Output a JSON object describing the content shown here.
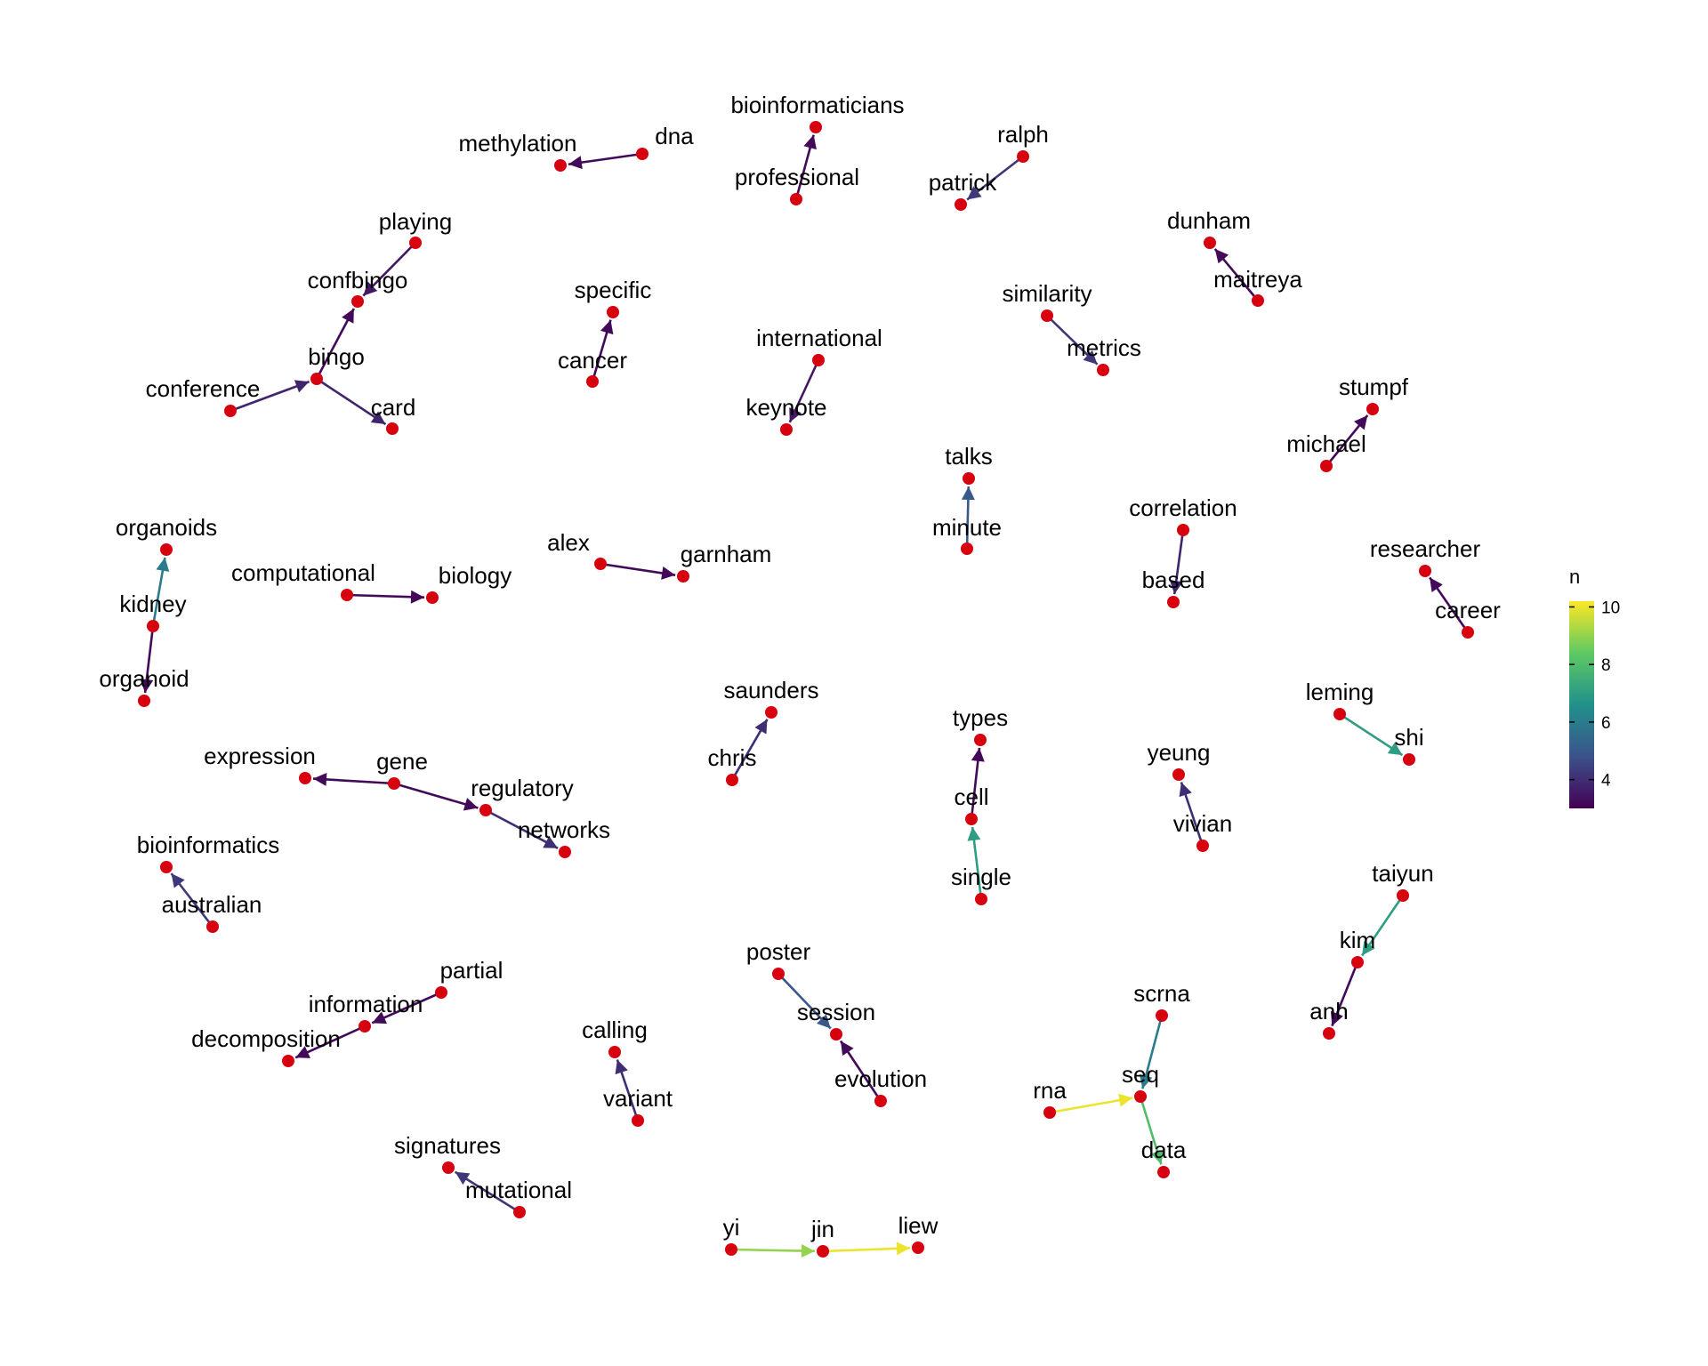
{
  "graph": {
    "node_color": "#d7000f",
    "nodes": [
      {
        "id": "dna",
        "label": "dna"
      },
      {
        "id": "methylation",
        "label": "methylation"
      },
      {
        "id": "professional",
        "label": "professional"
      },
      {
        "id": "bioinformaticians",
        "label": "bioinformaticians"
      },
      {
        "id": "ralph",
        "label": "ralph"
      },
      {
        "id": "patrick",
        "label": "patrick"
      },
      {
        "id": "playing",
        "label": "playing"
      },
      {
        "id": "confbingo",
        "label": "confbingo"
      },
      {
        "id": "bingo",
        "label": "bingo"
      },
      {
        "id": "conference",
        "label": "conference"
      },
      {
        "id": "card",
        "label": "card"
      },
      {
        "id": "maitreya",
        "label": "maitreya"
      },
      {
        "id": "dunham",
        "label": "dunham"
      },
      {
        "id": "cancer",
        "label": "cancer"
      },
      {
        "id": "specific",
        "label": "specific"
      },
      {
        "id": "similarity",
        "label": "similarity"
      },
      {
        "id": "metrics",
        "label": "metrics"
      },
      {
        "id": "international",
        "label": "international"
      },
      {
        "id": "keynote",
        "label": "keynote"
      },
      {
        "id": "michael",
        "label": "michael"
      },
      {
        "id": "stumpf",
        "label": "stumpf"
      },
      {
        "id": "minute",
        "label": "minute"
      },
      {
        "id": "talks",
        "label": "talks"
      },
      {
        "id": "correlation",
        "label": "correlation"
      },
      {
        "id": "based",
        "label": "based"
      },
      {
        "id": "kidney",
        "label": "kidney"
      },
      {
        "id": "organoids",
        "label": "organoids"
      },
      {
        "id": "organoid",
        "label": "organoid"
      },
      {
        "id": "computational",
        "label": "computational"
      },
      {
        "id": "biology",
        "label": "biology"
      },
      {
        "id": "alex",
        "label": "alex"
      },
      {
        "id": "garnham",
        "label": "garnham"
      },
      {
        "id": "career",
        "label": "career"
      },
      {
        "id": "researcher",
        "label": "researcher"
      },
      {
        "id": "chris",
        "label": "chris"
      },
      {
        "id": "saunders",
        "label": "saunders"
      },
      {
        "id": "leming",
        "label": "leming"
      },
      {
        "id": "shi",
        "label": "shi"
      },
      {
        "id": "gene",
        "label": "gene"
      },
      {
        "id": "expression",
        "label": "expression"
      },
      {
        "id": "regulatory",
        "label": "regulatory"
      },
      {
        "id": "networks",
        "label": "networks"
      },
      {
        "id": "single",
        "label": "single"
      },
      {
        "id": "cell",
        "label": "cell"
      },
      {
        "id": "types",
        "label": "types"
      },
      {
        "id": "vivian",
        "label": "vivian"
      },
      {
        "id": "yeung",
        "label": "yeung"
      },
      {
        "id": "australian",
        "label": "australian"
      },
      {
        "id": "bioinformatics",
        "label": "bioinformatics"
      },
      {
        "id": "taiyun",
        "label": "taiyun"
      },
      {
        "id": "kim",
        "label": "kim"
      },
      {
        "id": "anh",
        "label": "anh"
      },
      {
        "id": "partial",
        "label": "partial"
      },
      {
        "id": "information",
        "label": "information"
      },
      {
        "id": "decomposition",
        "label": "decomposition"
      },
      {
        "id": "poster",
        "label": "poster"
      },
      {
        "id": "session",
        "label": "session"
      },
      {
        "id": "evolution",
        "label": "evolution"
      },
      {
        "id": "variant",
        "label": "variant"
      },
      {
        "id": "calling",
        "label": "calling"
      },
      {
        "id": "scrna",
        "label": "scrna"
      },
      {
        "id": "seq",
        "label": "seq"
      },
      {
        "id": "rna",
        "label": "rna"
      },
      {
        "id": "data",
        "label": "data"
      },
      {
        "id": "mutational",
        "label": "mutational"
      },
      {
        "id": "signatures",
        "label": "signatures"
      },
      {
        "id": "yi",
        "label": "yi"
      },
      {
        "id": "jin",
        "label": "jin"
      },
      {
        "id": "liew",
        "label": "liew"
      }
    ],
    "edges": [
      {
        "from": "dna",
        "to": "methylation",
        "n": 3.2
      },
      {
        "from": "professional",
        "to": "bioinformaticians",
        "n": 3.2
      },
      {
        "from": "ralph",
        "to": "patrick",
        "n": 4.2
      },
      {
        "from": "playing",
        "to": "confbingo",
        "n": 3.5
      },
      {
        "from": "bingo",
        "to": "confbingo",
        "n": 3.2
      },
      {
        "from": "conference",
        "to": "bingo",
        "n": 3.8
      },
      {
        "from": "bingo",
        "to": "card",
        "n": 3.8
      },
      {
        "from": "maitreya",
        "to": "dunham",
        "n": 3.2
      },
      {
        "from": "cancer",
        "to": "specific",
        "n": 3.2
      },
      {
        "from": "similarity",
        "to": "metrics",
        "n": 4.2
      },
      {
        "from": "international",
        "to": "keynote",
        "n": 3.5
      },
      {
        "from": "michael",
        "to": "stumpf",
        "n": 3.2
      },
      {
        "from": "minute",
        "to": "talks",
        "n": 5.0
      },
      {
        "from": "correlation",
        "to": "based",
        "n": 3.8
      },
      {
        "from": "kidney",
        "to": "organoids",
        "n": 6.0
      },
      {
        "from": "kidney",
        "to": "organoid",
        "n": 3.2
      },
      {
        "from": "computational",
        "to": "biology",
        "n": 3.2
      },
      {
        "from": "alex",
        "to": "garnham",
        "n": 3.2
      },
      {
        "from": "career",
        "to": "researcher",
        "n": 3.2
      },
      {
        "from": "chris",
        "to": "saunders",
        "n": 4.0
      },
      {
        "from": "leming",
        "to": "shi",
        "n": 7.0
      },
      {
        "from": "gene",
        "to": "expression",
        "n": 3.2
      },
      {
        "from": "gene",
        "to": "regulatory",
        "n": 3.2
      },
      {
        "from": "regulatory",
        "to": "networks",
        "n": 4.0
      },
      {
        "from": "single",
        "to": "cell",
        "n": 7.0
      },
      {
        "from": "cell",
        "to": "types",
        "n": 3.2
      },
      {
        "from": "vivian",
        "to": "yeung",
        "n": 4.0
      },
      {
        "from": "australian",
        "to": "bioinformatics",
        "n": 4.2
      },
      {
        "from": "taiyun",
        "to": "kim",
        "n": 7.0
      },
      {
        "from": "kim",
        "to": "anh",
        "n": 3.2
      },
      {
        "from": "partial",
        "to": "information",
        "n": 3.2
      },
      {
        "from": "information",
        "to": "decomposition",
        "n": 3.2
      },
      {
        "from": "poster",
        "to": "session",
        "n": 5.0
      },
      {
        "from": "evolution",
        "to": "session",
        "n": 3.2
      },
      {
        "from": "variant",
        "to": "calling",
        "n": 4.0
      },
      {
        "from": "scrna",
        "to": "seq",
        "n": 6.0
      },
      {
        "from": "rna",
        "to": "seq",
        "n": 10.0
      },
      {
        "from": "seq",
        "to": "data",
        "n": 8.0
      },
      {
        "from": "mutational",
        "to": "signatures",
        "n": 4.2
      },
      {
        "from": "yi",
        "to": "jin",
        "n": 9.0
      },
      {
        "from": "jin",
        "to": "liew",
        "n": 10.0
      }
    ]
  },
  "legend": {
    "title": "n",
    "ticks": [
      "4",
      "6",
      "8",
      "10"
    ],
    "min": 3,
    "max": 10.2,
    "colors": [
      "#440154",
      "#3b528b",
      "#21918c",
      "#5ec962",
      "#fde725"
    ]
  }
}
